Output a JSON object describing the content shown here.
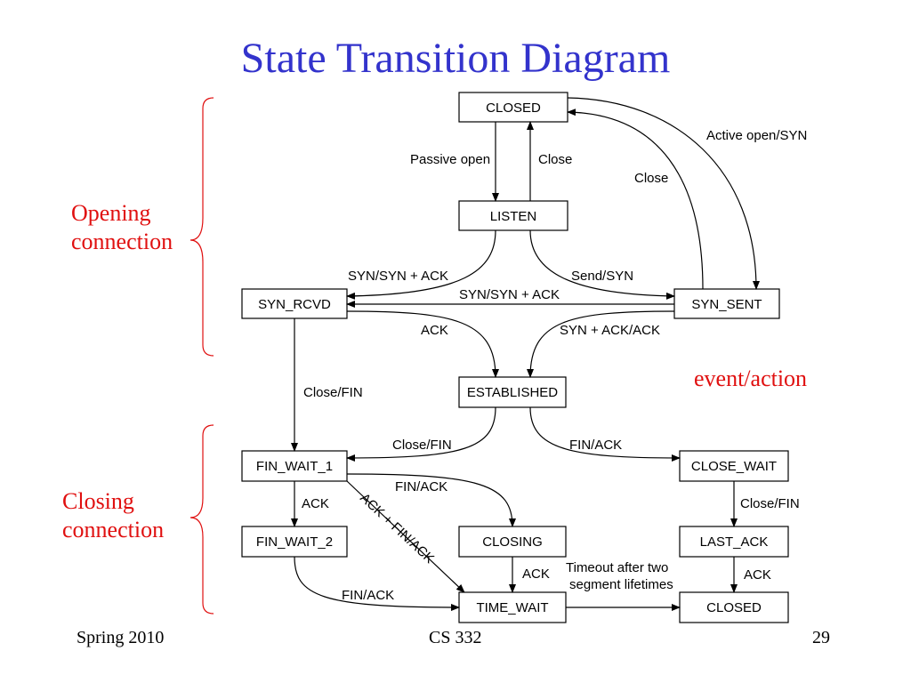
{
  "title": "State Transition Diagram",
  "annotations": {
    "opening": [
      "Opening",
      "connection"
    ],
    "closing": [
      "Closing",
      "connection"
    ],
    "legend": "event/action"
  },
  "colors": {
    "title": "#3333cc",
    "annotation": "#e01010"
  },
  "states": {
    "closed_top": "CLOSED",
    "listen": "LISTEN",
    "syn_rcvd": "SYN_RCVD",
    "syn_sent": "SYN_SENT",
    "established": "ESTABLISHED",
    "fin_wait_1": "FIN_WAIT_1",
    "close_wait": "CLOSE_WAIT",
    "fin_wait_2": "FIN_WAIT_2",
    "closing": "CLOSING",
    "last_ack": "LAST_ACK",
    "time_wait": "TIME_WAIT",
    "closed_bottom": "CLOSED"
  },
  "transitions": {
    "passive_open": "Passive open",
    "close_listen": "Close",
    "active_open": "Active open/SYN",
    "close_synsent": "Close",
    "syn_synack_listen": "SYN/SYN + ACK",
    "send_syn": "Send/SYN",
    "syn_synack_cross": "SYN/SYN + ACK",
    "ack_rcvd": "ACK",
    "synack_ack": "SYN + ACK/ACK",
    "close_fin_rcvd": "Close/FIN",
    "close_fin_est": "Close/FIN",
    "fin_ack_est": "FIN/ACK",
    "fin_ack_fw1": "FIN/ACK",
    "ack_fw1": "ACK",
    "ack_plus_fin_ack": "ACK + FIN/ACK",
    "close_fin_cw": "Close/FIN",
    "ack_closing": "ACK",
    "ack_lastack": "ACK",
    "fin_ack_fw2": "FIN/ACK",
    "timeout_1": "Timeout after two",
    "timeout_2": "segment lifetimes"
  },
  "footer": {
    "left": "Spring 2010",
    "center": "CS 332",
    "right": "29"
  }
}
